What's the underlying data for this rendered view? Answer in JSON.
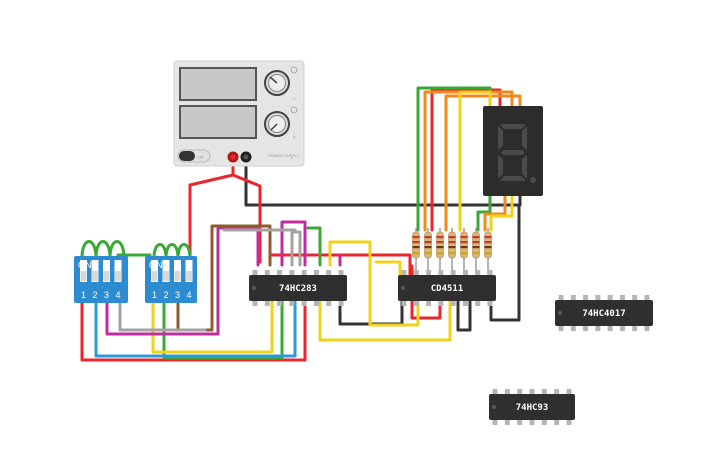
{
  "components": {
    "ic_adder": {
      "label": "74HC283"
    },
    "ic_decoder": {
      "label": "CD4511"
    },
    "ic_counter_decade": {
      "label": "74HC4017"
    },
    "ic_counter_binary": {
      "label": "74HC93"
    },
    "dip_switch_a": {
      "on_label": "ON",
      "positions": [
        "1",
        "2",
        "3",
        "4"
      ]
    },
    "dip_switch_b": {
      "on_label": "ON",
      "positions": [
        "1",
        "2",
        "3",
        "4"
      ]
    },
    "power_supply": {
      "switch_label": "Off",
      "brand_label": "POWER SUPPLY",
      "voltage_knob_label": "V",
      "current_knob_label": "A"
    },
    "seven_segment": {
      "shown_digit": "8"
    }
  },
  "colors": {
    "wire_red": "#e8262b",
    "wire_black": "#333333",
    "wire_green": "#3aa835",
    "wire_orange": "#f18a1c",
    "wire_yellow": "#f1d21a",
    "wire_blue": "#2a9ad9",
    "wire_magenta": "#c02c9e",
    "wire_brown": "#8f5b2c",
    "wire_gray": "#a3a3a3",
    "chip_body": "#2f2f2f",
    "dip_body": "#2d8bd2",
    "display_body": "#2c2c2c"
  }
}
